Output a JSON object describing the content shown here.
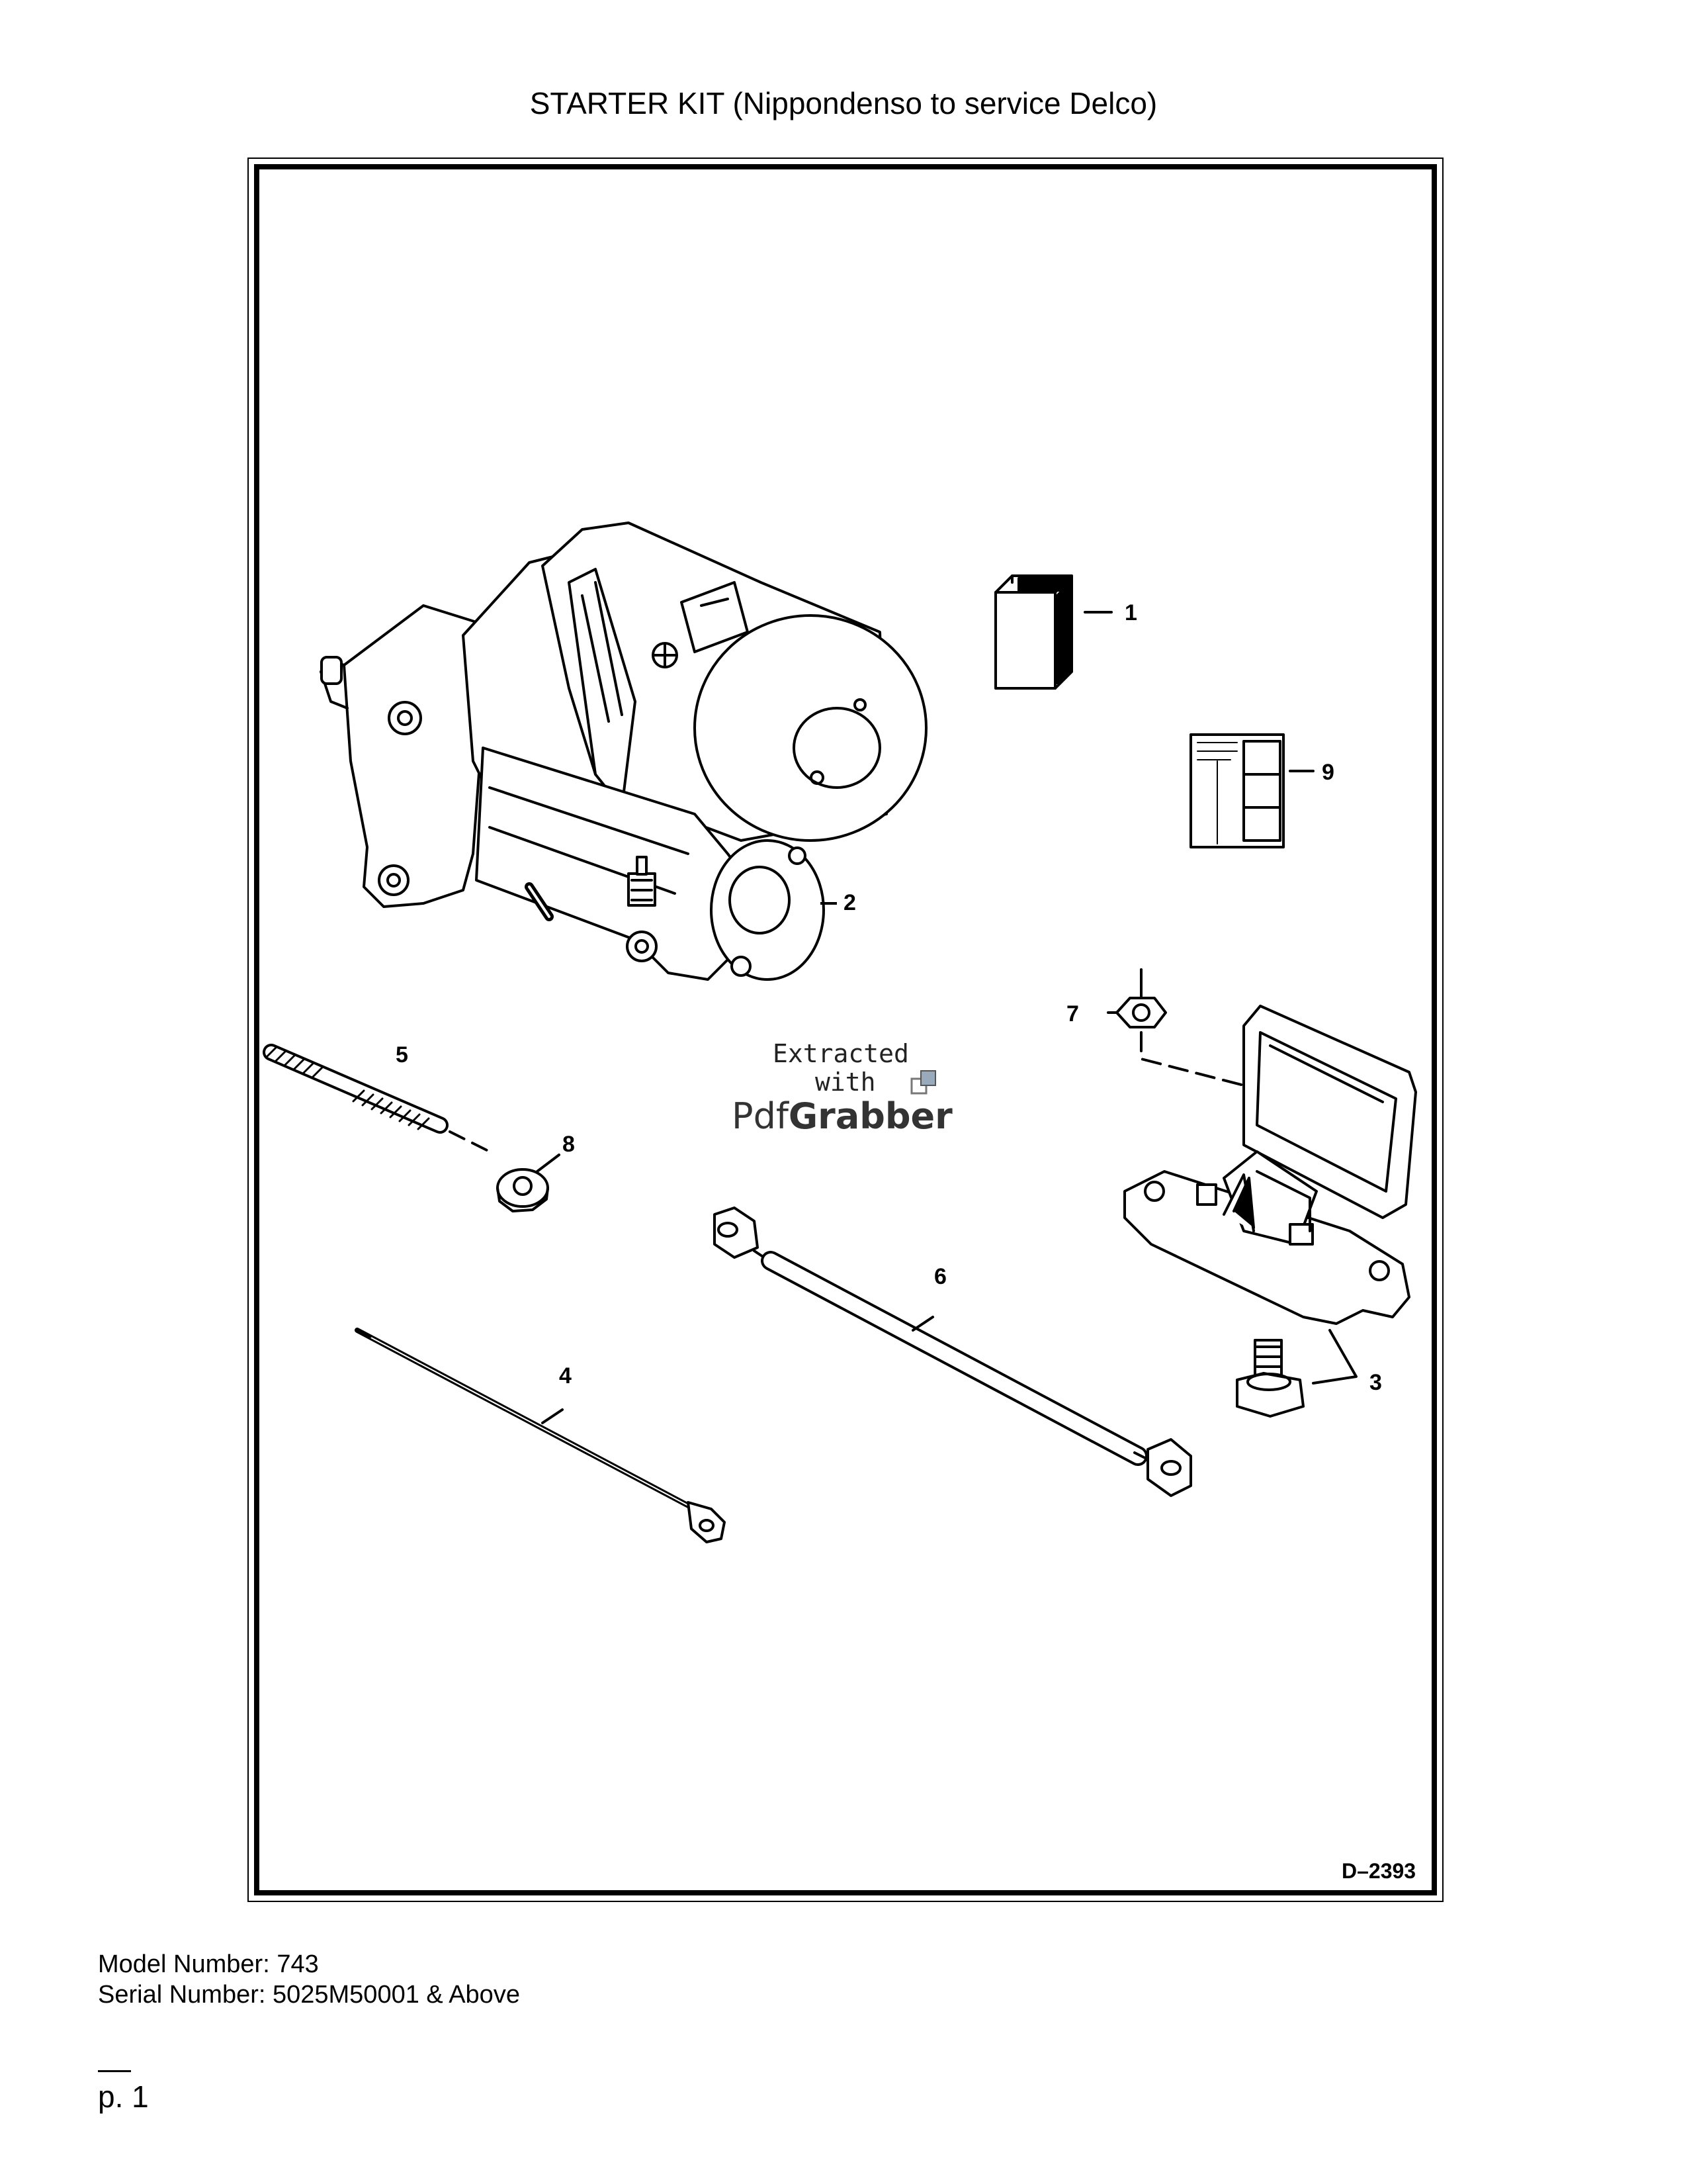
{
  "title": "STARTER KIT (Nippondenso to service Delco)",
  "figure": {
    "drawing_id": "D–2393",
    "callouts": [
      "1",
      "2",
      "3",
      "4",
      "5",
      "6",
      "7",
      "8",
      "9"
    ],
    "watermark": {
      "line1": "Extracted",
      "line2": "with",
      "brand_light": "Pdf",
      "brand_bold": "Grabber"
    }
  },
  "model": {
    "label": "Model Number:",
    "value": "743"
  },
  "serial": {
    "label": "Serial Number:",
    "value": "5025M50001 & Above"
  },
  "page_number": "p. 1"
}
